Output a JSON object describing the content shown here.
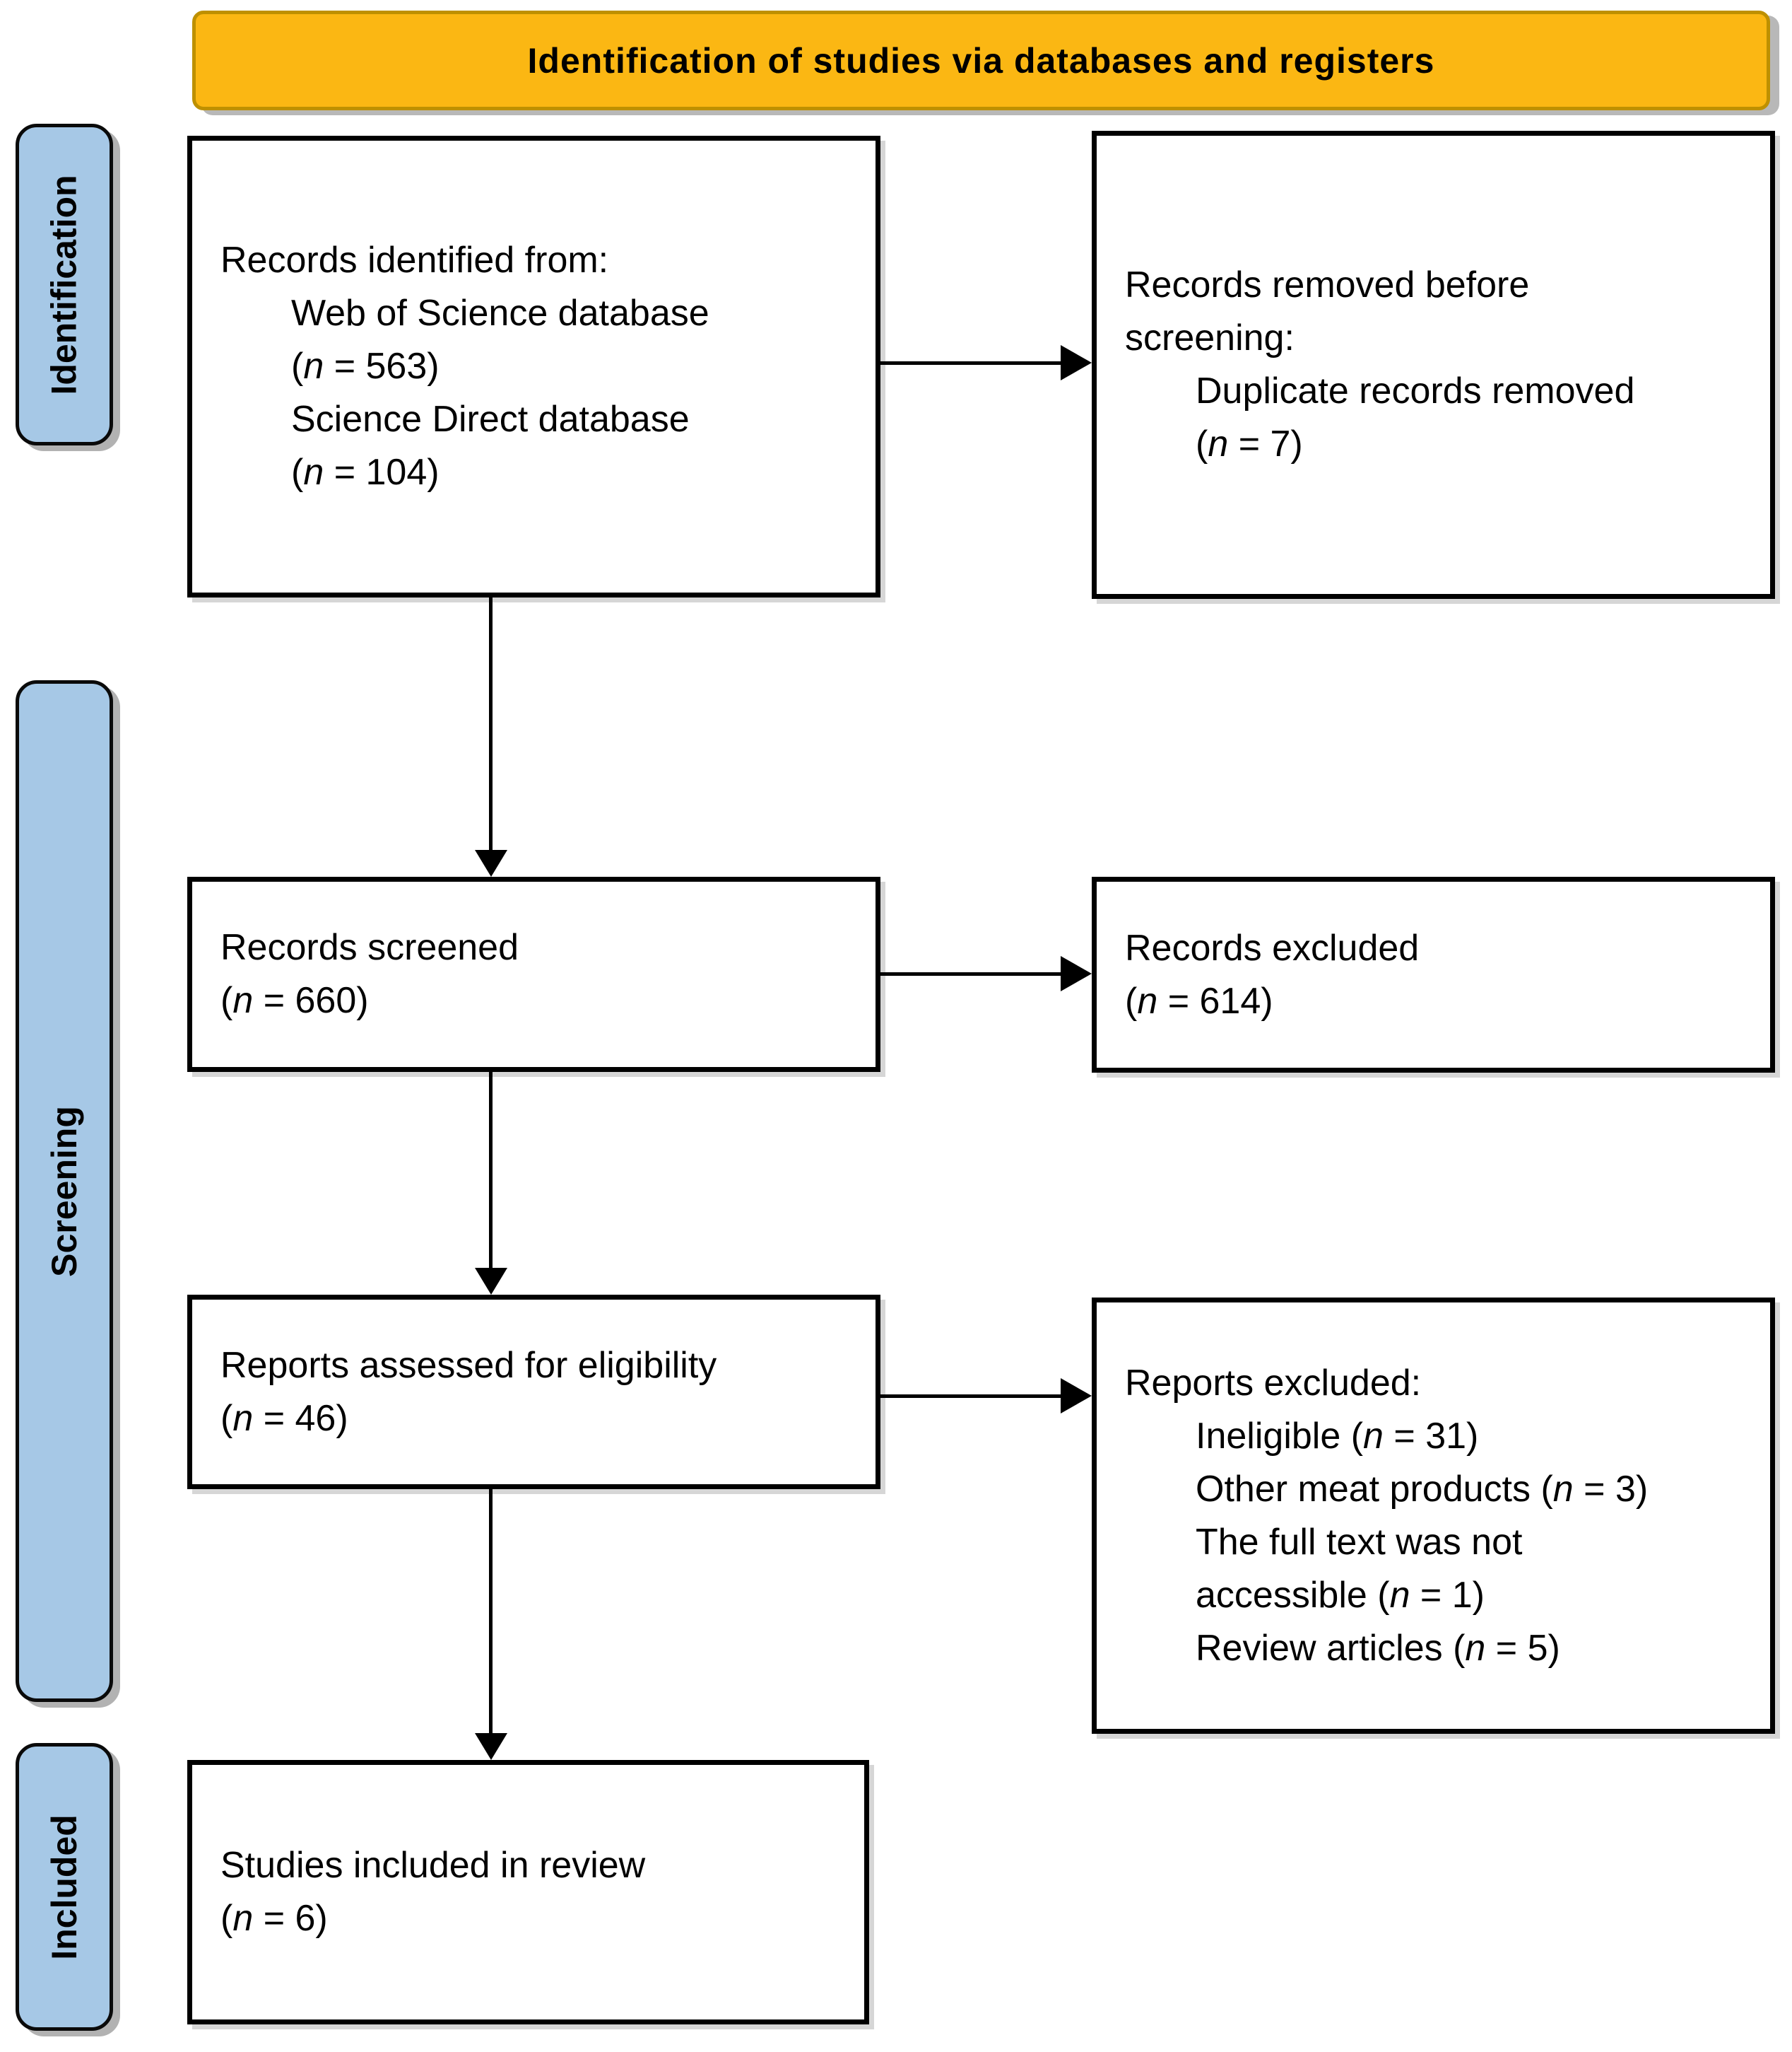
{
  "header": {
    "title": "Identification of studies via databases and registers"
  },
  "stages": {
    "identification": "Identification",
    "screening": "Screening",
    "included": "Included"
  },
  "boxes": {
    "records_identified": {
      "lines": [
        "Records identified from:",
        "Web of Science database",
        "(n = 563)",
        "Science Direct database",
        "(n = 104)"
      ]
    },
    "records_removed": {
      "lines": [
        "Records removed before",
        "screening:",
        "Duplicate records removed",
        "(n = 7)"
      ]
    },
    "records_screened": {
      "lines": [
        "Records screened",
        "(n = 660)"
      ]
    },
    "records_excluded": {
      "lines": [
        "Records excluded",
        "(n = 614)"
      ]
    },
    "reports_assessed": {
      "lines": [
        "Reports assessed for eligibility",
        "(n = 46)"
      ]
    },
    "reports_excluded": {
      "lines": [
        "Reports excluded:",
        "Ineligible (n = 31)",
        "Other meat products (n = 3)",
        "The full text was not",
        "accessible (n = 1)",
        "Review articles (n = 5)"
      ]
    },
    "studies_included": {
      "lines": [
        "Studies included in review",
        "(n = 6)"
      ]
    }
  },
  "colors": {
    "banner_fill": "#FBB713",
    "banner_border": "#BE9000",
    "stage_fill": "#A6C8E6",
    "box_border": "#000000",
    "arrow": "#000000",
    "background": "#FFFFFF"
  }
}
